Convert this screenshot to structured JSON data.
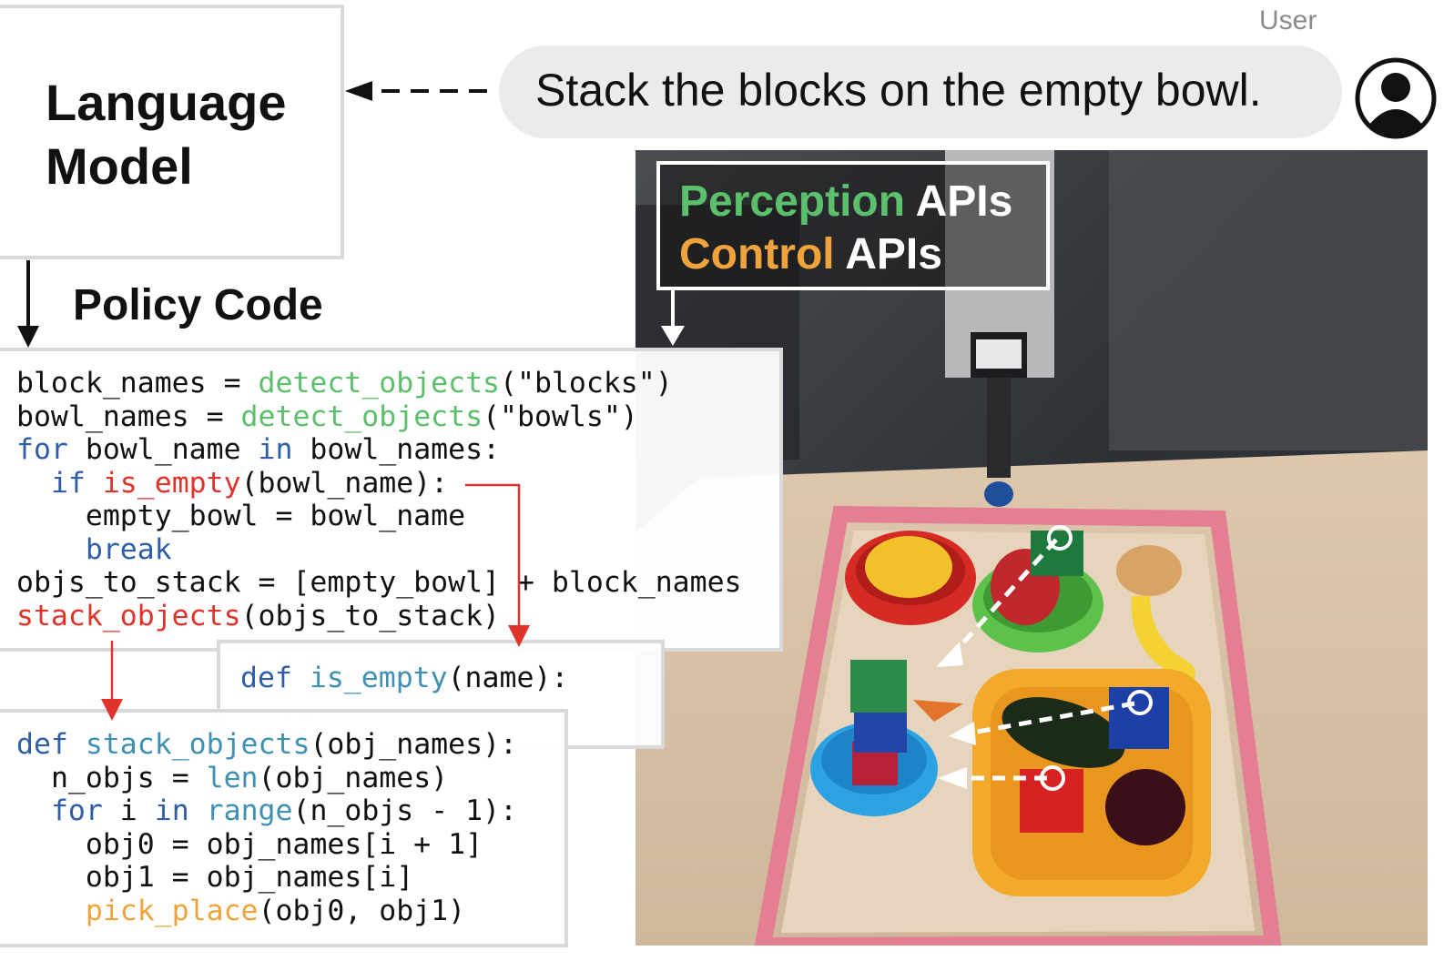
{
  "language_model": {
    "line1": "Language",
    "line2": "Model"
  },
  "user": {
    "label": "User",
    "avatar_icon": "user-avatar-icon"
  },
  "instruction": {
    "text": "Stack the blocks on the empty bowl."
  },
  "policy_code_label": "Policy Code",
  "apis": {
    "perception_word": "Perception",
    "control_word": "Control",
    "apis_word": "APIs"
  },
  "colors": {
    "perception_green": "#5cbf6c",
    "control_orange": "#f0a33a",
    "keyword_blue": "#2f5da8",
    "call_red": "#e0332b",
    "def_teal": "#3f90b3",
    "arrow_red": "#e0332b"
  },
  "code_main": {
    "l1_a": "block_names = ",
    "l1_fn": "detect_objects",
    "l1_b": "(\"blocks\")",
    "l2_a": "bowl_names = ",
    "l2_fn": "detect_objects",
    "l2_b": "(\"bowls\")",
    "l3_kw1": "for",
    "l3_a": " bowl_name ",
    "l3_kw2": "in",
    "l3_b": " bowl_names:",
    "l4_kw": "if",
    "l4_fn": "is_empty",
    "l4_b": "(bowl_name):",
    "l5": "empty_bowl = bowl_name",
    "l6_kw": "break",
    "l7": "objs_to_stack = [empty_bowl] + block_names",
    "l8_fn": "stack_objects",
    "l8_b": "(objs_to_stack)"
  },
  "code_is_empty": {
    "kw": "def",
    "fn": "is_empty",
    "rest": "(name):",
    "ellipsis": "..."
  },
  "code_stack": {
    "l1_kw": "def",
    "l1_fn": "stack_objects",
    "l1_b": "(obj_names):",
    "l2_a": "n_objs = ",
    "l2_fn": "len",
    "l2_b": "(obj_names)",
    "l3_kw1": "for",
    "l3_a": " i ",
    "l3_kw2": "in",
    "l3_fn": "range",
    "l3_b": "(n_objs - 1):",
    "l4": "obj0 = obj_names[i + 1]",
    "l5": "obj1 = obj_names[i]",
    "l6_fn": "pick_place",
    "l6_b": "(obj0, obj1)"
  }
}
